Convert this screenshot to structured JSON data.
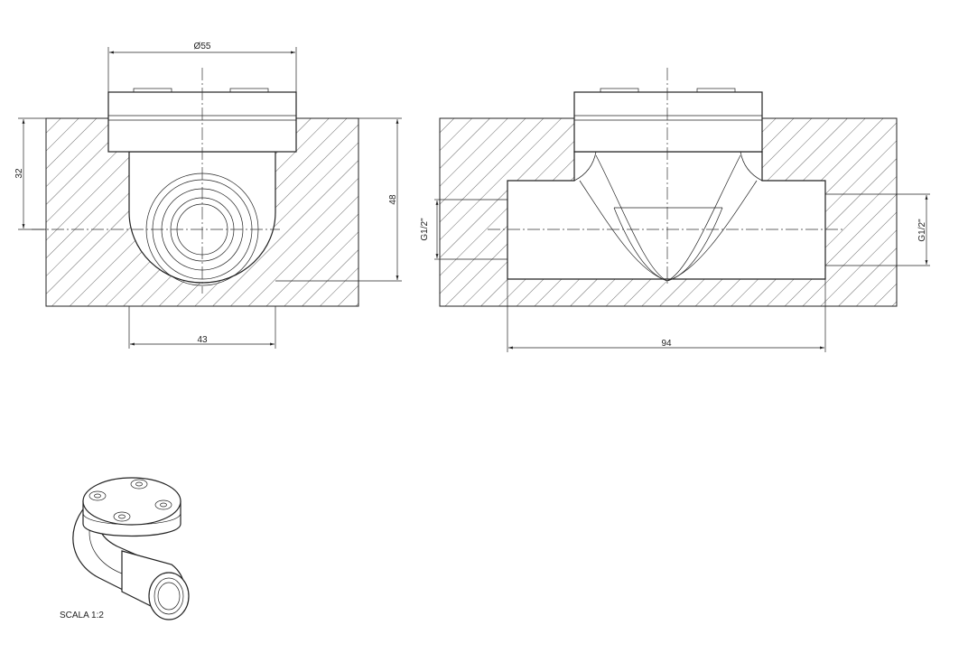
{
  "dimensions": {
    "front_diameter": "Ø55",
    "front_height_32": "32",
    "front_height_48": "48",
    "front_width_43": "43",
    "side_thread_left": "G1/2\"",
    "side_thread_right": "G1/2\"",
    "side_width_94": "94"
  },
  "scale_label": "SCALA 1:2"
}
